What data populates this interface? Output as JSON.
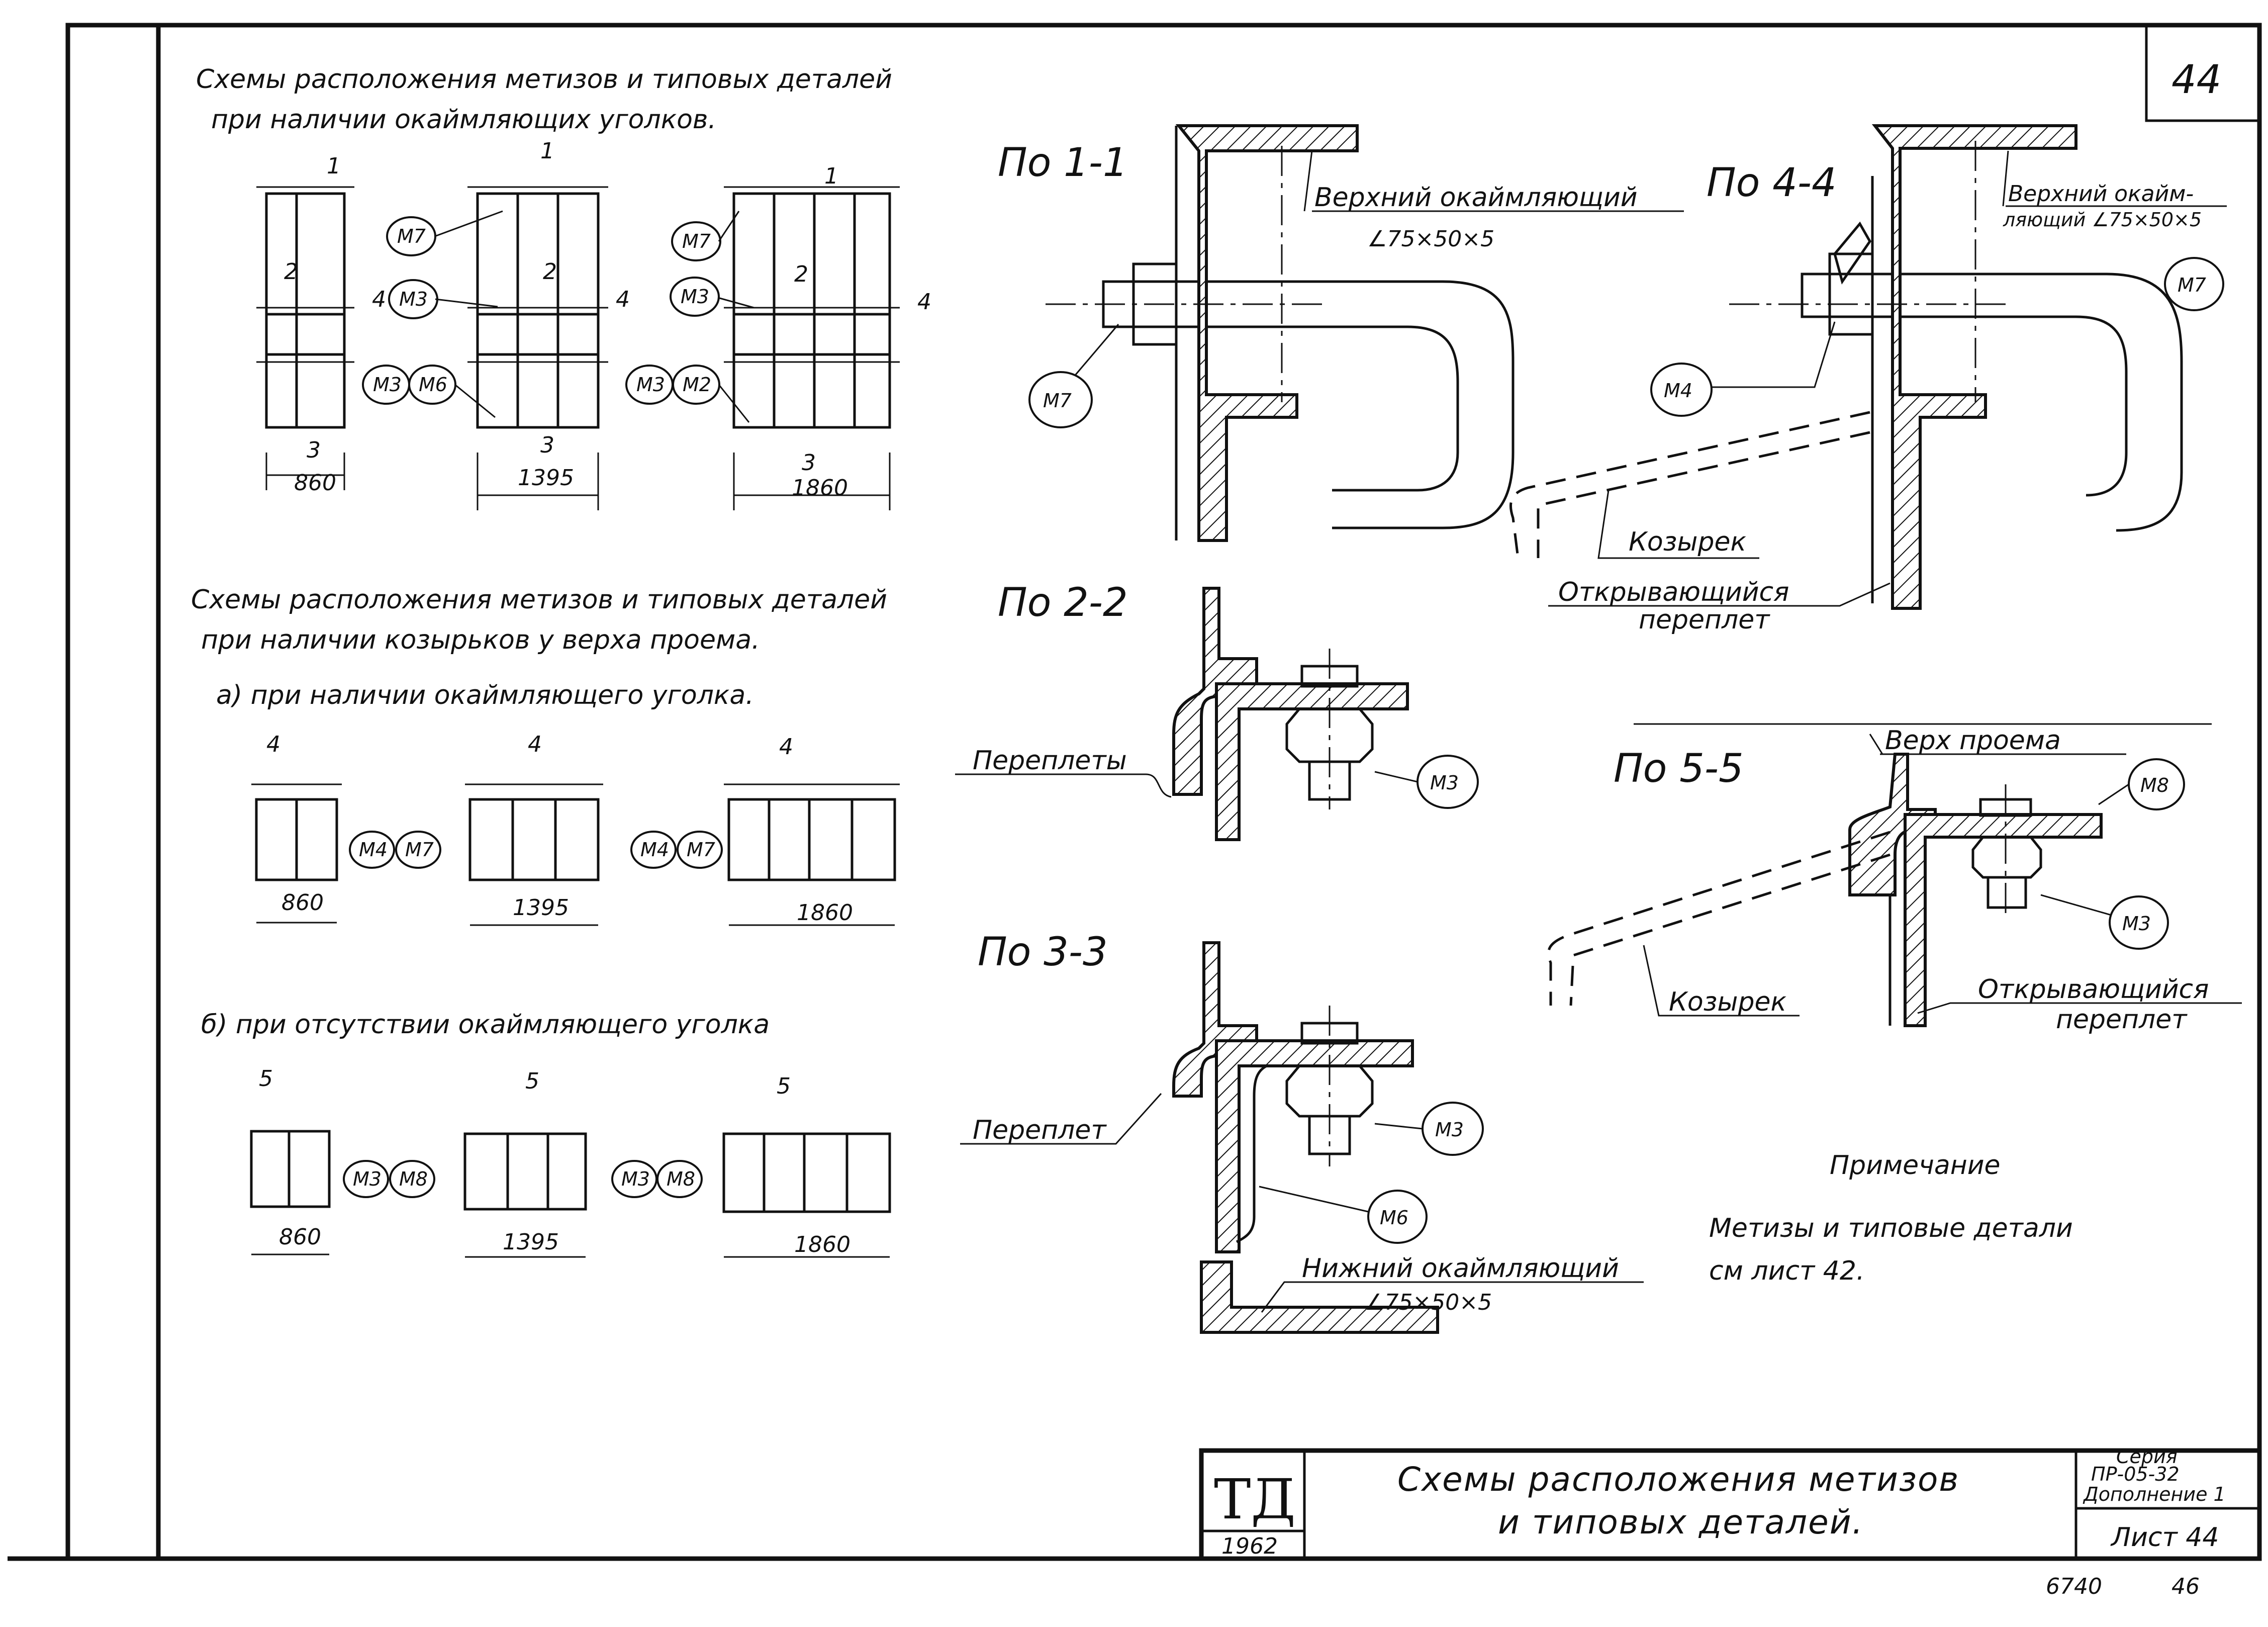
{
  "sheet_number": "44",
  "top_left": {
    "title_line1": "Схемы расположения метизов и типовых деталей",
    "title_line2": "при наличии окаймляющих уголков.",
    "dims": [
      "860",
      "1395",
      "1860"
    ],
    "tags": [
      "М7",
      "М3",
      "М3",
      "М6",
      "М7",
      "М3",
      "М3",
      "М2"
    ],
    "section_marks": [
      "1",
      "2",
      "3",
      "4"
    ]
  },
  "mid_left": {
    "title_line1": "Схемы расположения метизов и типовых деталей",
    "title_line2": "при наличии козырьков у верха проема.",
    "sub_a": "а) при наличии окаймляющего уголка.",
    "sub_b": "б) при отсутствии окаймляющего уголка",
    "dims_a": [
      "860",
      "1395",
      "1860"
    ],
    "dims_b": [
      "860",
      "1395",
      "1860"
    ],
    "tags_a": [
      "М4",
      "М7",
      "М4",
      "М7"
    ],
    "tags_b": [
      "М3",
      "М8",
      "М3",
      "М8"
    ],
    "mark_a": "4",
    "mark_b": "5"
  },
  "sections": {
    "s11": {
      "label": "По 1-1",
      "callout1": "Верхний окаймляющий",
      "callout2": "∠75×50×5",
      "tag": "М7"
    },
    "s44": {
      "label": "По 4-4",
      "callout1": "Верхний окайм-",
      "callout2": "ляющий ∠75×50×5",
      "tag_top": "М7",
      "tag_left": "М4",
      "visor": "Козырек",
      "sash1": "Открывающийся",
      "sash2": "переплет"
    },
    "s22": {
      "label": "По 2-2",
      "frames": "Переплеты",
      "tag": "М3"
    },
    "s55": {
      "label": "По 5-5",
      "top": "Верх проема",
      "tag_top": "М8",
      "tag_bot": "М3",
      "visor": "Козырек",
      "sash1": "Открывающийся",
      "sash2": "переплет"
    },
    "s33": {
      "label": "По 3-3",
      "frame": "Переплет",
      "tag_a": "М3",
      "tag_b": "М6",
      "callout1": "Нижний окаймляющий",
      "callout2": "∠75×50×5"
    }
  },
  "note": {
    "title": "Примечание",
    "line1": "Метизы и типовые детали",
    "line2": "см лист 42."
  },
  "stamp": {
    "mark": "ТД",
    "year": "1962",
    "title_line1": "Схемы расположения метизов",
    "title_line2": "и типовых деталей.",
    "series1": "Серия",
    "series2": "ПР-05-32",
    "series3": "Дополнение 1",
    "sheet": "Лист 44",
    "bottom_code": "6740",
    "bottom_page": "46"
  }
}
